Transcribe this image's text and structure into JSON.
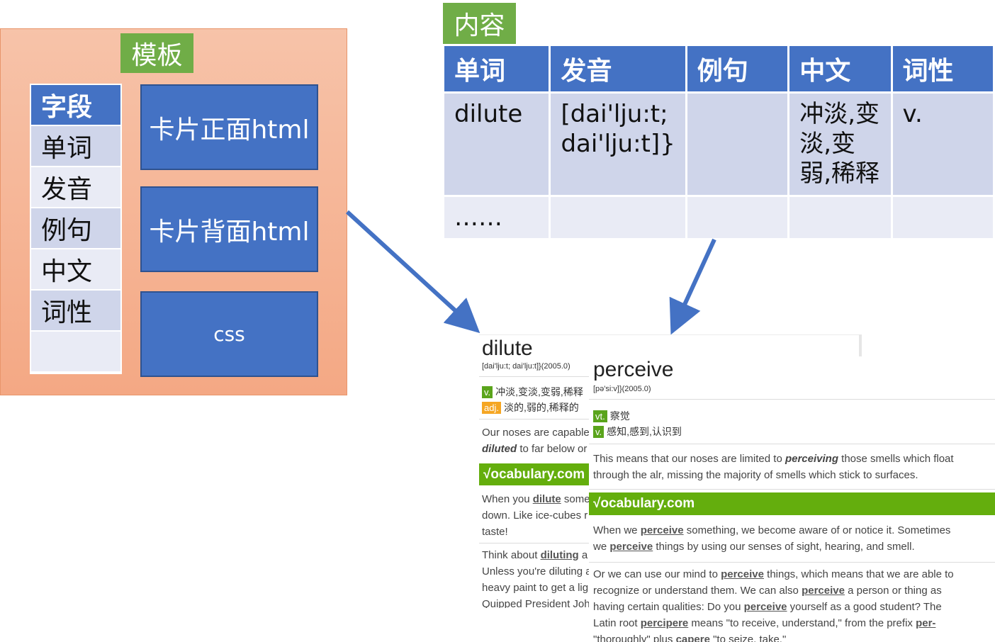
{
  "template": {
    "label": "模板",
    "fields": [
      "字段",
      "单词",
      "发音",
      "例句",
      "中文",
      "词性",
      ""
    ],
    "front": "卡片正面html",
    "back": "卡片背面html",
    "css": "css"
  },
  "content": {
    "label": "内容",
    "headers": [
      "单词",
      "发音",
      "例句",
      "中文",
      "词性"
    ],
    "row1": [
      "dilute",
      "[dai'lju:t; dai'lju:t]}",
      "",
      "冲淡,变淡,变弱,稀释",
      "v."
    ],
    "row2": [
      "……",
      "",
      "",
      "",
      ""
    ]
  },
  "card1": {
    "word": "dilute",
    "phonetic": "[dai'lju:t; dai'lju:t]}(2005.0)",
    "pos1": "v.",
    "def1": "冲淡,变淡,变弱,稀释",
    "pos2": "adj.",
    "def2": "淡的,弱的,稀释的",
    "sentence_a": "Our noses are capable",
    "sentence_b_em": "diluted",
    "sentence_b": " to far below or",
    "vocab": "√ocabulary.com",
    "p1_a": "When you ",
    "p1_u": "dilute",
    "p1_b": " some",
    "p1_c": "down. Like ice-cubes r",
    "p1_d": "taste!",
    "p2_a": "Think about ",
    "p2_u": "diluting",
    "p2_b": " a",
    "p2_c": "Unless you're diluting a",
    "p2_d": "heavy paint to get a lig",
    "p2_e": "Quipped President Joh"
  },
  "card2": {
    "word": "perceive",
    "phonetic": "[pə'si:v]}(2005.0)",
    "pos1": "vt.",
    "def1": "察觉",
    "pos2": "v.",
    "def2": "感知,感到,认识到",
    "s_a": "This means that our noses are limited to ",
    "s_em": "perceiving",
    "s_b": " those smells which float",
    "s_c": "through the alr, missing the majority of smells which stick to surfaces.",
    "vocab": "√ocabulary.com",
    "p1_a": "When we ",
    "p1_u1": "perceive",
    "p1_b": " something, we become aware of or notice it. Sometimes",
    "p1_c": "we ",
    "p1_u2": "perceive",
    "p1_d": " things by using our senses of sight, hearing, and smell.",
    "p2_a": "Or we can use our mind to ",
    "p2_u1": "perceive",
    "p2_b": " things, which means that we are able to",
    "p2_c": "recognize or understand them. We can also ",
    "p2_u2": "perceive",
    "p2_d": " a person or thing as",
    "p2_e": "having certain qualities: Do you ",
    "p2_u3": "perceive",
    "p2_f": " yourself as a good student? The",
    "p2_g": "Latin root ",
    "p2_u4": "percipere",
    "p2_h": " means \"to receive, understand,\" from the prefix ",
    "p2_u5": "per-",
    "p2_i": "\"thoroughly\" plus ",
    "p2_u6": "capere",
    "p2_j": " \"to seize, take.\""
  },
  "colors": {
    "blue": "#4472c4",
    "green_label": "#70ad47",
    "orange_panel": "#f4a884",
    "arrow": "#4472c4",
    "vocab_green": "#64ae0d"
  }
}
